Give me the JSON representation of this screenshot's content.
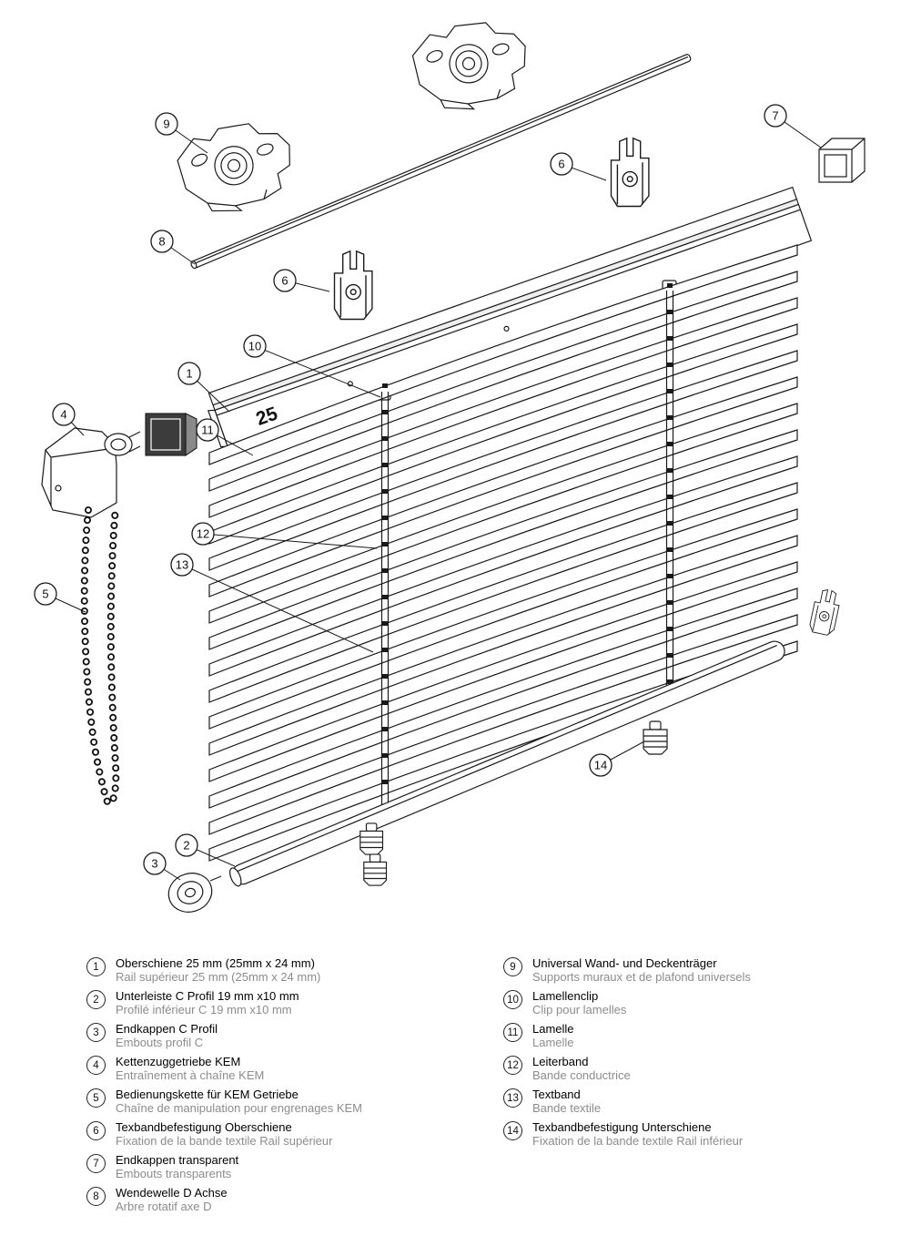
{
  "diagram": {
    "rail_label": "25",
    "callouts": {
      "c1": "1",
      "c2": "2",
      "c3": "3",
      "c4": "4",
      "c5": "5",
      "c6a": "6",
      "c6b": "6",
      "c7": "7",
      "c8": "8",
      "c9": "9",
      "c10": "10",
      "c11": "11",
      "c12": "12",
      "c13": "13",
      "c14": "14"
    }
  },
  "legend": {
    "left": [
      {
        "num": "1",
        "de": "Oberschiene 25 mm (25mm x 24 mm)",
        "fr": "Rail supérieur 25 mm (25mm x 24 mm)"
      },
      {
        "num": "2",
        "de": "Unterleiste C Profil 19 mm x10 mm",
        "fr": "Profilé inférieur C 19 mm x10 mm"
      },
      {
        "num": "3",
        "de": "Endkappen C Profil",
        "fr": "Embouts profil C"
      },
      {
        "num": "4",
        "de": "Kettenzuggetriebe KEM",
        "fr": "Entraînement à chaîne KEM"
      },
      {
        "num": "5",
        "de": "Bedienungskette für KEM Getriebe",
        "fr": "Chaîne de manipulation pour engrenages KEM"
      },
      {
        "num": "6",
        "de": "Texbandbefestigung Oberschiene",
        "fr": "Fixation de la bande textile Rail supérieur"
      },
      {
        "num": "7",
        "de": "Endkappen transparent",
        "fr": "Embouts transparents"
      },
      {
        "num": "8",
        "de": "Wendewelle D Achse",
        "fr": "Arbre rotatif axe D"
      }
    ],
    "right": [
      {
        "num": "9",
        "de": "Universal Wand- und Deckenträger",
        "fr": "Supports muraux et de plafond universels"
      },
      {
        "num": "10",
        "de": "Lamellenclip",
        "fr": "Clip pour lamelles"
      },
      {
        "num": "11",
        "de": "Lamelle",
        "fr": "Lamelle"
      },
      {
        "num": "12",
        "de": "Leiterband",
        "fr": "Bande conductrice"
      },
      {
        "num": "13",
        "de": "Textband",
        "fr": "Bande textile"
      },
      {
        "num": "14",
        "de": "Texbandbefestigung Unterschiene",
        "fr": "Fixation de la bande textile Rail inférieur"
      }
    ]
  }
}
